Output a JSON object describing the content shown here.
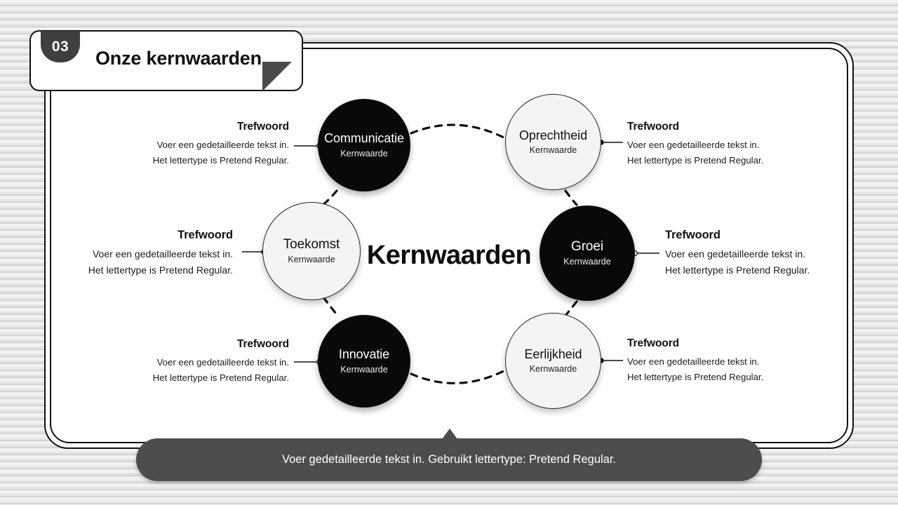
{
  "slide": {
    "section_number": "03",
    "title": "Onze kernwaarden",
    "center_label": "Kernwaarden",
    "caption": "Voer gedetailleerde tekst in. Gebruikt lettertype: Pretend Regular.",
    "colors": {
      "dark_node": "#090909",
      "light_node": "#f4f4f4",
      "badge": "#3f3f3f",
      "caption_bar": "#4d4d4d",
      "outline": "#111111",
      "background": "#ececec"
    }
  },
  "nodes": [
    {
      "id": "communicatie",
      "title": "Communicatie",
      "subtitle": "Kernwaarde",
      "style": "dark"
    },
    {
      "id": "oprechtheid",
      "title": "Oprechtheid",
      "subtitle": "Kernwaarde",
      "style": "light"
    },
    {
      "id": "toekomst",
      "title": "Toekomst",
      "subtitle": "Kernwaarde",
      "style": "light"
    },
    {
      "id": "groei",
      "title": "Groei",
      "subtitle": "Kernwaarde",
      "style": "dark"
    },
    {
      "id": "innovatie",
      "title": "Innovatie",
      "subtitle": "Kernwaarde",
      "style": "dark"
    },
    {
      "id": "eerlijkheid",
      "title": "Eerlijkheid",
      "subtitle": "Kernwaarde",
      "style": "light"
    }
  ],
  "callouts": [
    {
      "id": "communicatie",
      "keyword": "Trefwoord",
      "line1": "Voer een gedetailleerde tekst in.",
      "line2": "Het lettertype is Pretend Regular."
    },
    {
      "id": "oprechtheid",
      "keyword": "Trefwoord",
      "line1": "Voer een gedetailleerde tekst in.",
      "line2": "Het lettertype is Pretend Regular."
    },
    {
      "id": "toekomst",
      "keyword": "Trefwoord",
      "line1": "Voer een gedetailleerde tekst in.",
      "line2": "Het lettertype is Pretend Regular."
    },
    {
      "id": "groei",
      "keyword": "Trefwoord",
      "line1": "Voer een gedetailleerde tekst in.",
      "line2": "Het lettertype is Pretend Regular."
    },
    {
      "id": "innovatie",
      "keyword": "Trefwoord",
      "line1": "Voer een gedetailleerde tekst in.",
      "line2": "Het lettertype is Pretend Regular."
    },
    {
      "id": "eerlijkheid",
      "keyword": "Trefwoord",
      "line1": "Voer een gedetailleerde tekst in.",
      "line2": "Het lettertype is Pretend Regular."
    }
  ]
}
